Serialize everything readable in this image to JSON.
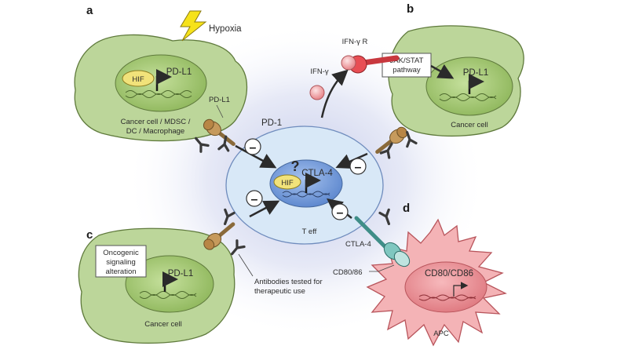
{
  "panels": [
    "a",
    "b",
    "c",
    "d"
  ],
  "labels": {
    "hypoxia": "Hypoxia",
    "hif_a": "HIF",
    "pdl1_a": "PD-L1",
    "pdl1_a_membrane": "PD-L1",
    "cell_a_line1": "Cancer cell /  MDSC /",
    "cell_a_line2": "DC / Macrophage",
    "pd1": "PD-1",
    "ifng": "IFN-γ",
    "ifngr": "IFN-γ R",
    "jak_line1": "JAK/STAT",
    "jak_line2": "pathway",
    "pdl1_b": "PD-L1",
    "cell_b": "Cancer cell",
    "question": "?",
    "hif_t": "HIF",
    "ctla4_gene": "CTLA-4",
    "teff": "T eff",
    "ctla4_membrane": "CTLA-4",
    "cd80_86": "CD80/86",
    "cd80_cd86": "CD80/CD86",
    "apc": "APC",
    "onco_line1": "Oncogenic",
    "onco_line2": "signaling",
    "onco_line3": "alteration",
    "pdl1_c": "PD-L1",
    "cell_c": "Cancer cell",
    "antibodies_line1": "Antibodies tested for",
    "antibodies_line2": "therapeutic use"
  },
  "minus_symbol": "–",
  "colors": {
    "cancer_cell_fill": "#bcd69a",
    "cancer_cell_stroke": "#5f7a3c",
    "nucleus_fill": "#9cc26a",
    "tcell_fill": "#d6e6f5",
    "tcell_nucleus": "#7fa6dc",
    "apc_fill": "#f4b3b6",
    "apc_nucleus": "#e98e93",
    "hif_fill": "#f1e27a",
    "pdl1_receptor": "#c69a5c",
    "ctla4_receptor": "#7fc7c0",
    "ifngr_color": "#d9464c",
    "ifng_ball": "#f2a8ab"
  }
}
